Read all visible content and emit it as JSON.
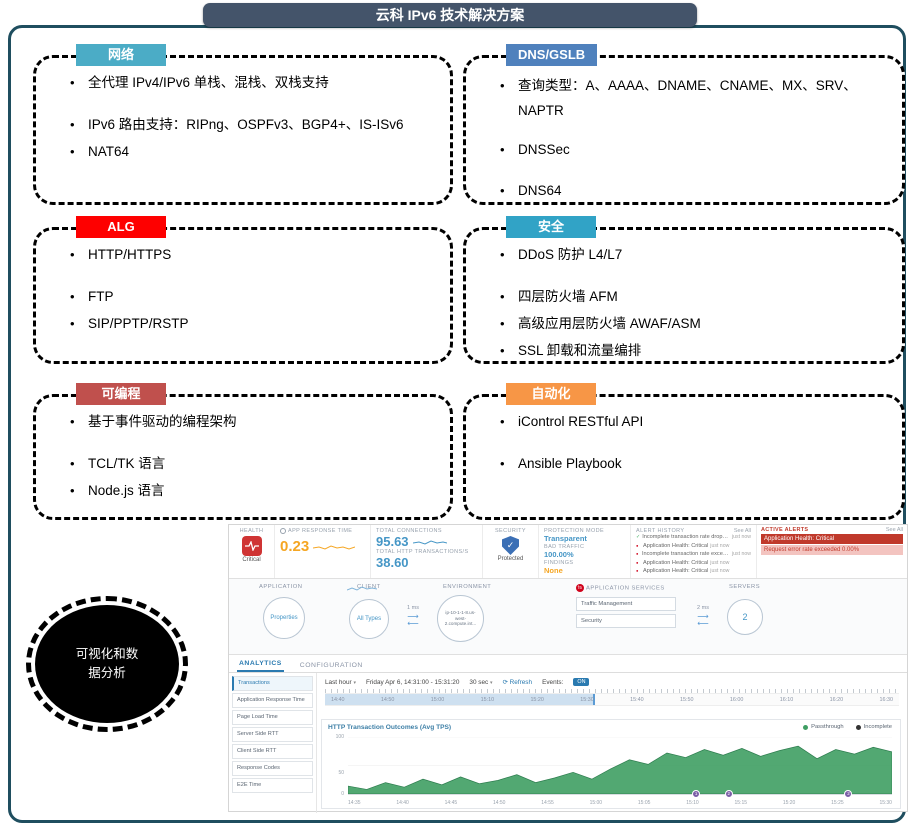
{
  "title": "云科 IPv6 技术解决方案",
  "ellipse_label": "可视化和数据分析",
  "boxes": [
    {
      "label": "网络",
      "color": "#4bacc6",
      "items": [
        "全代理 IPv4/IPv6 单栈、混栈、双栈支持",
        "IPv6 路由支持：RIPng、OSPFv3、BGP4+、IS-ISv6",
        "NAT64"
      ]
    },
    {
      "label": "DNS/GSLB",
      "color": "#4f81bd",
      "items": [
        "查询类型：A、AAAA、DNAME、CNAME、MX、SRV、NAPTR",
        "DNSSec",
        "DNS64"
      ]
    },
    {
      "label": "ALG",
      "color": "#fe0000",
      "items": [
        "HTTP/HTTPS",
        "FTP",
        "SIP/PPTP/RSTP"
      ]
    },
    {
      "label": "安全",
      "color": "#31a3c6",
      "items": [
        "DDoS 防护 L4/L7",
        "四层防火墙 AFM",
        "高级应用层防火墙 AWAF/ASM",
        "SSL 卸载和流量编排"
      ]
    },
    {
      "label": "可编程",
      "color": "#c0504d",
      "items": [
        "基于事件驱动的编程架构",
        "TCL/TK 语言",
        "Node.js 语言"
      ]
    },
    {
      "label": "自动化",
      "color": "#f79646",
      "items": [
        "iControl RESTful API",
        "Ansible Playbook"
      ]
    }
  ],
  "dashboard": {
    "health": {
      "label": "HEALTH",
      "status": "Critical"
    },
    "app_response_time": {
      "label": "APP RESPONSE TIME",
      "value": "0.23"
    },
    "totals": {
      "connections_label": "TOTAL CONNECTIONS",
      "connections": "95.63",
      "http_label": "TOTAL HTTP TRANSACTIONS/S",
      "http": "38.60"
    },
    "security": {
      "label": "SECURITY",
      "status": "Protected"
    },
    "protection": {
      "mode_label": "PROTECTION MODE",
      "mode": "Transparent",
      "bad_traffic_label": "BAD TRAFFIC",
      "bad_traffic": "100.00%",
      "findings_label": "FINDINGS",
      "findings": "None"
    },
    "alert_history": {
      "label": "ALERT HISTORY",
      "see_all": "See All",
      "items": [
        {
          "icon": "check",
          "text": "Incomplete transaction rate dropped below 0...",
          "time": "just now"
        },
        {
          "icon": "dot",
          "text": "Application Health: Critical",
          "time": "just now"
        },
        {
          "icon": "dot",
          "text": "Incomplete transaction rate exceeded 0.01%",
          "time": "just now"
        },
        {
          "icon": "dot",
          "text": "Application Health: Critical",
          "time": "just now"
        },
        {
          "icon": "dot",
          "text": "Application Health: Critical",
          "time": "just now"
        }
      ]
    },
    "active_alerts": {
      "label": "ACTIVE ALERTS",
      "see_all": "See All",
      "alert1": "Application Health: Critical",
      "alert2": "Request error rate exceeded 0.00%"
    },
    "map": {
      "application_label": "APPLICATION",
      "application_value": "Properties",
      "client_label": "CLIENT",
      "client_value": "All Types",
      "environment_label": "ENVIRONMENT",
      "environment_value": "ip-10-1-1-8.us-west-2.compute.int...",
      "services_label": "APPLICATION SERVICES",
      "service1": "Traffic Management",
      "service2": "Security",
      "servers_label": "SERVERS",
      "servers_value": "2",
      "latency_left": "1 ms",
      "latency_right": "2 ms",
      "f5_icon_text": "f5"
    },
    "analytics": {
      "tab_analytics": "ANALYTICS",
      "tab_configuration": "CONFIGURATION",
      "sidebar": [
        "Transactions",
        "Application Response Time",
        "Page Load Time",
        "Server Side RTT",
        "Client Side RTT",
        "Response Codes",
        "E2E Time"
      ],
      "range_select": "Last hour",
      "date_range": "Friday Apr 6, 14:31:00 - 15:31:20",
      "interval_select": "30 sec",
      "refresh_label": "Refresh",
      "events_label": "Events:",
      "events_state": "ON",
      "timeline_ticks": [
        "14:40",
        "14:50",
        "15:00",
        "15:10",
        "15:20",
        "15:30",
        "15:40",
        "15:50",
        "16:00",
        "16:10",
        "16:20",
        "16:30"
      ]
    }
  },
  "chart_data": {
    "type": "area",
    "title": "HTTP Transaction Outcomes (Avg TPS)",
    "legend": [
      {
        "name": "Passthrough",
        "color": "#3f9e63"
      },
      {
        "name": "Incomplete",
        "color": "#333333"
      }
    ],
    "x_ticks": [
      "14:35",
      "14:40",
      "14:45",
      "14:50",
      "14:55",
      "15:00",
      "15:05",
      "15:10",
      "15:15",
      "15:20",
      "15:25",
      "15:30"
    ],
    "y_ticks": [
      0,
      50,
      100
    ],
    "ylim": [
      0,
      100
    ],
    "grid": true,
    "legend_position": "top-right",
    "series": [
      {
        "name": "Passthrough",
        "color": "#3f9e63",
        "values": [
          14,
          8,
          20,
          12,
          26,
          16,
          30,
          18,
          24,
          34,
          20,
          28,
          38,
          26,
          44,
          60,
          52,
          72,
          64,
          78,
          68,
          80,
          66,
          76,
          84,
          62,
          78,
          70,
          82,
          74
        ]
      }
    ],
    "event_markers": [
      {
        "x_frac": 0.64,
        "label": "1"
      },
      {
        "x_frac": 0.7,
        "label": "2"
      },
      {
        "x_frac": 0.92,
        "label": "2"
      }
    ]
  }
}
